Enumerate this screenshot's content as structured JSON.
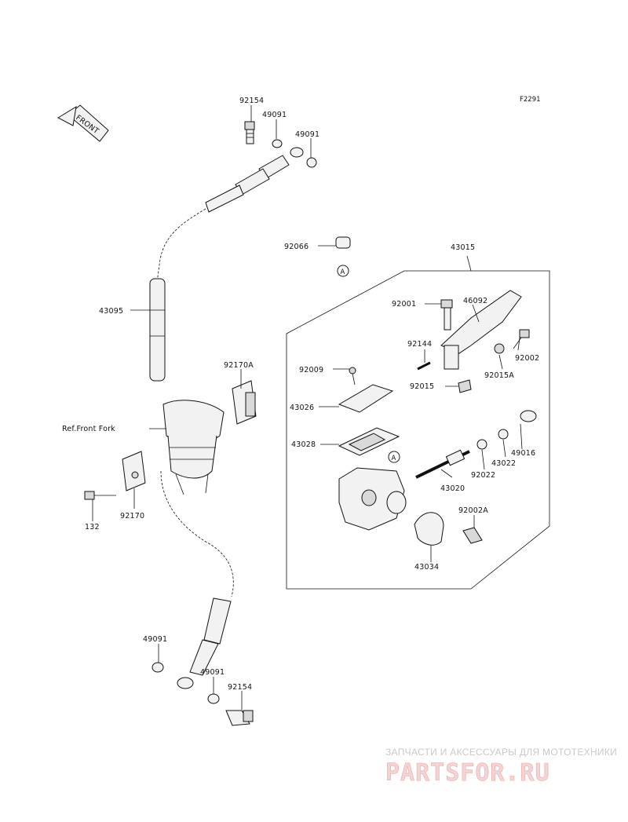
{
  "diagram": {
    "figure_code": "F2291",
    "front_label": "FRONT",
    "ref_label": "Ref.Front Fork",
    "callout_a": "A",
    "parts": {
      "p92154_top": "92154",
      "p49091_top1": "49091",
      "p49091_top2": "49091",
      "p43095": "43095",
      "p92170A": "92170A",
      "p92170": "92170",
      "p132": "132",
      "p49091_bot1": "49091",
      "p49091_bot2": "49091",
      "p92154_bot": "92154",
      "p92066": "92066",
      "p43015": "43015",
      "p92001": "92001",
      "p46092": "46092",
      "p92144": "92144",
      "p92009": "92009",
      "p92015": "92015",
      "p92015A": "92015A",
      "p92002": "92002",
      "p43026": "43026",
      "p43028": "43028",
      "p49016": "49016",
      "p43022": "43022",
      "p92022": "92022",
      "p43020": "43020",
      "p92002A": "92002A",
      "p43034": "43034"
    }
  },
  "watermark": {
    "tagline": "ЗАПЧАСТИ И АКСЕССУАРЫ ДЛЯ МОТОТЕХНИКИ",
    "logo": "PARTSFOR.RU"
  }
}
